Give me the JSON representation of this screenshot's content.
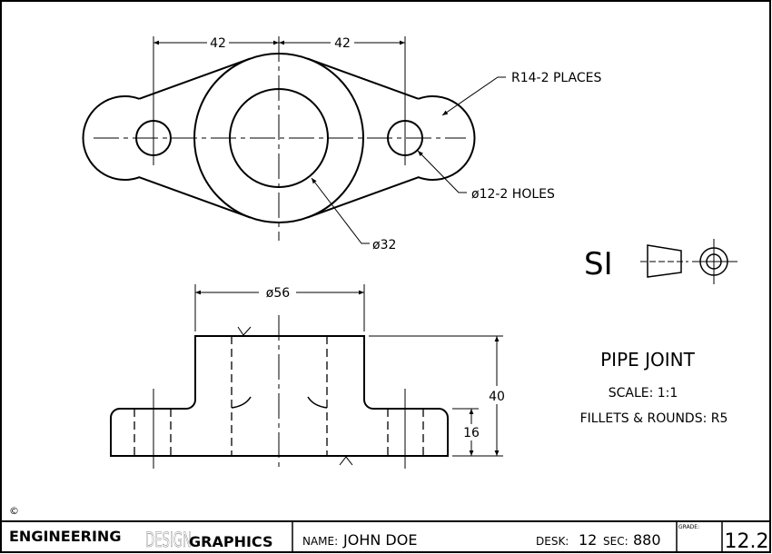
{
  "drawing": {
    "top_view": {
      "dim_left": "42",
      "dim_right": "42",
      "note_radius": "R14-2 PLACES",
      "note_holes": "ø12-2 HOLES",
      "note_bore": "ø32"
    },
    "front_view": {
      "dim_boss_diameter": "ø56",
      "dim_height": "40",
      "dim_base_height": "16"
    },
    "units_symbol": "SI",
    "projection_symbol": "third-angle-projection-icon",
    "title": "PIPE JOINT",
    "scale": "SCALE:  1:1",
    "fillets": "FILLETS & ROUNDS:  R5",
    "copyright": "©"
  },
  "title_block": {
    "brand_part1": "ENGINEERING",
    "brand_part2": "DESIGN",
    "brand_part3": "GRAPHICS",
    "name_label": "NAME:",
    "name_value": "JOHN DOE",
    "desk_label": "DESK:",
    "desk_value": "12",
    "sec_label": "SEC:",
    "sec_value": "880",
    "grade_label": "GRADE:",
    "grade_value": "",
    "sheet_number": "12.2"
  }
}
